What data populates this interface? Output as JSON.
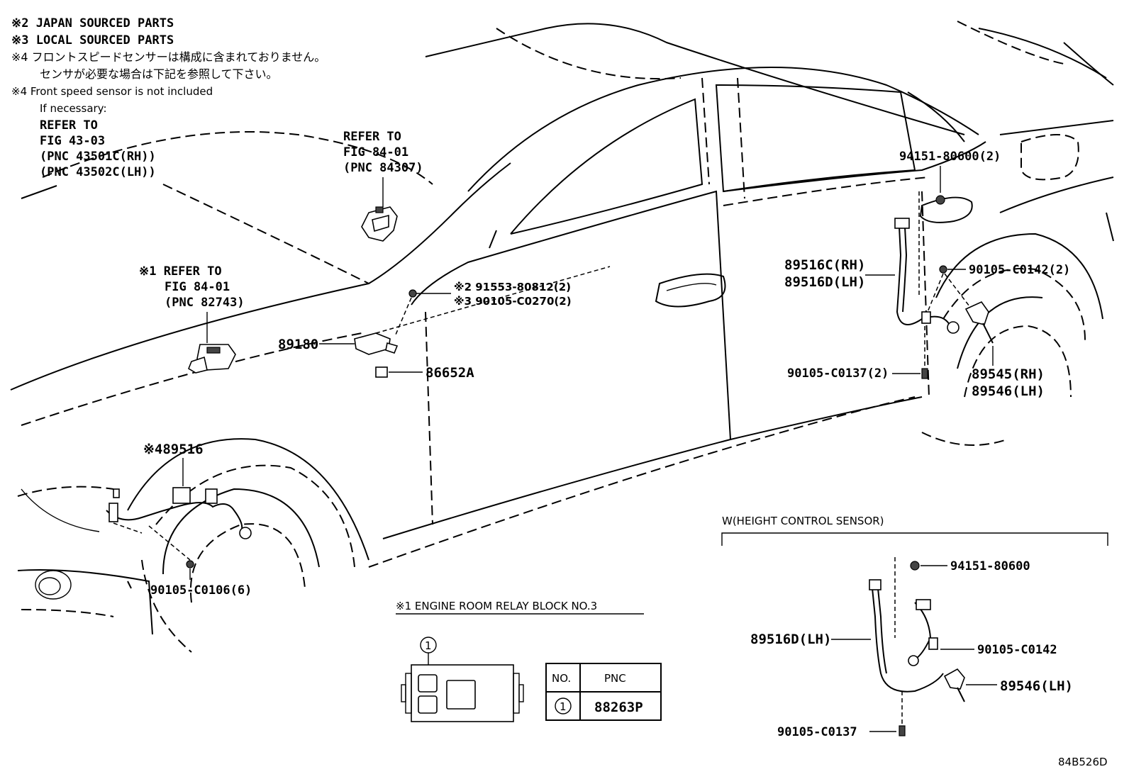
{
  "notes": {
    "n2": "※2 JAPAN SOURCED PARTS",
    "n3": "※3 LOCAL SOURCED PARTS",
    "n4_jp1": "※4 フロントスピードセンサーは構成に含まれておりません。",
    "n4_jp2": "センサが必要な場合は下記を参照して下さい。",
    "n4_en1": "※4 Front speed sensor is not included",
    "n4_en2": "If necessary:",
    "ref1": "REFER TO",
    "ref2": "FIG 43-03",
    "ref3": "(PNC 43501C(RH))",
    "ref4": "(PNC 43502C(LH))"
  },
  "refer_84307": {
    "l1": "REFER TO",
    "l2": "FIG 84-01",
    "l3": "(PNC 84307)"
  },
  "refer_82743": {
    "l1": "※1 REFER TO",
    "l2": "FIG 84-01",
    "l3": "(PNC 82743)"
  },
  "parts": {
    "p91553": "※2 91553-80812(2)",
    "p90105_c0270": "※3 90105-C0270(2)",
    "p89180": "89180",
    "p86652a": "86652A",
    "p89516": "※489516",
    "p90105_c0106": "90105-C0106(6)",
    "p94151_2": "94151-80600(2)",
    "p90105_c0142_2": "90105-C0142(2)",
    "p89516c": "89516C(RH)",
    "p89516d": "89516D(LH)",
    "p90105_c0137_2": "90105-C0137(2)",
    "p89545": "89545(RH)",
    "p89546": "89546(LH)"
  },
  "relay": {
    "title": "※1 ENGINE ROOM RELAY BLOCK NO.3",
    "callout": "1",
    "table_head_no": "NO.",
    "table_head_pnc": "PNC",
    "row_no": "1",
    "row_pnc": "88263P"
  },
  "height": {
    "title": "W(HEIGHT CONTROL SENSOR)",
    "p94151": "94151-80600",
    "p89516d": "89516D(LH)",
    "p90105_c0142": "90105-C0142",
    "p89546": "89546(LH)",
    "p90105_c0137": "90105-C0137"
  },
  "figure_id": "84B526D"
}
